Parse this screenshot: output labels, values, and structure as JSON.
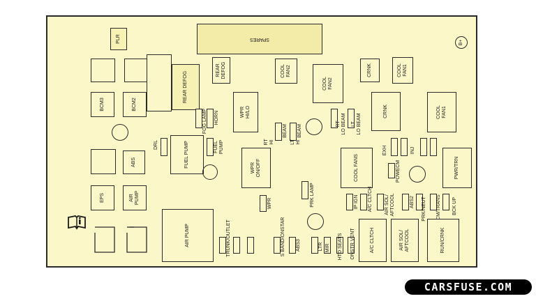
{
  "labels": {
    "plr": "PLR",
    "spares": "SPARES",
    "b_plus": "B+",
    "rear_defog_relay": "REAR DEFOG",
    "rear_defog_fuse": "REAR\nDEFOG",
    "cool_fan2_fuse": "COOL\nFAN2",
    "cool_fan2_relay": "COOL\nFAN2",
    "crnk_fuse": "CRNK",
    "cool_fan1_fuse": "COOL\nFAN1",
    "bcm3": "BCM3",
    "bcm2": "BCM2",
    "fog_lamp": "FOG LAMP",
    "horn": "HORN",
    "wpr_hi_lo": "WPR\nHI/LO",
    "rt_hi_beam": "RT\nHI",
    "beam_a": "BEAM",
    "lt_hi_beam": "LT\nHI",
    "beam_b": "BEAM",
    "rt_lo_beam": "RT\nLO BEAM",
    "lt_lo_beam": "LT\nLO BEAM",
    "crnk_relay": "CRNK",
    "cool_fan1_relay": "COOL\nFAN1",
    "drl": "DRL",
    "fuel_pump_relay": "FUEL PUMP",
    "fuel_pump_fuse": "FUEL\nPUMP",
    "abs": "ABS",
    "exh": "EXH",
    "inj": "INJ",
    "wpr_on_off": "WPR\nON/OFF",
    "cool_fans": "COOL FANS",
    "powe_cm": "POWECM",
    "pwr_trn": "PWR/TRN",
    "eps": "EPS",
    "air_pump_fuse": "AIR\nPUMP",
    "prk_lamp": "PRK LAMP",
    "wpr": "WPR",
    "ip_ign": "IP IGN",
    "ac_clth": "A/C CLTCH",
    "air_sol_aftcool": "AIR SOL/\nAFTCOOL",
    "abs2": "ABS2",
    "prk_neut": "PRK/NEUT",
    "ecm_trans": "ECM/TRANS",
    "bck_up": "BCK UP",
    "air_pump_relay": "AIR PUMP",
    "trunk_outlet": "TRUNK/OUTLET",
    "s_band_onstar": "S BAND/ONSTAR",
    "abs3": "ABS3",
    "ltr": "LTR",
    "mir": "MIR",
    "htd_seats": "HTD SEATS",
    "onstr_vent": "ONSTR VENT",
    "ac_clth_relay": "A/C CLTCH",
    "air_sol_aftcool_relay": "AIR SOL/\nAFTCOOL",
    "run_crnk": "RUN/CRNK"
  },
  "watermark": "CARSFUSE.COM",
  "colors": {
    "board": "#fbf7c9",
    "line": "#2a2a2a",
    "watermark_bg": "#000000"
  }
}
